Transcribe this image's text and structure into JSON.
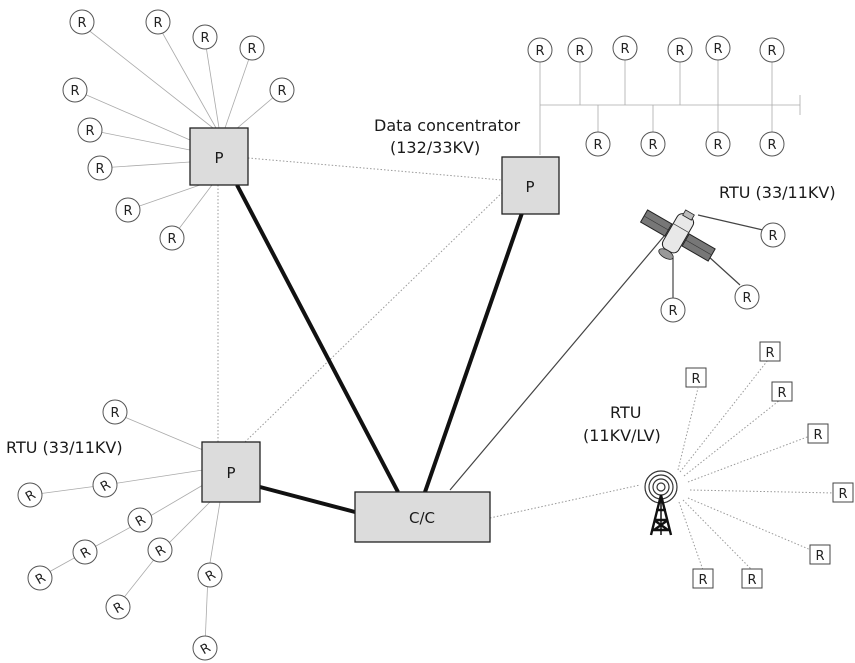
{
  "labels": {
    "data_concentrator_line1": "Data concentrator",
    "data_concentrator_line2": "(132/33KV)",
    "rtu_satellite": "RTU (33/11KV)",
    "rtu_left": "RTU (33/11KV)",
    "rtu_radio_line1": "RTU",
    "rtu_radio_line2": "(11KV/LV)"
  },
  "nodes": {
    "p_top_left": "P",
    "p_data_concentrator": "P",
    "p_bottom_left": "P",
    "control_center": "C/C"
  },
  "rtu_label": "R",
  "icons": {
    "satellite": "satellite-icon",
    "radio_tower": "radio-tower-icon"
  },
  "colors": {
    "box_fill": "#dcdcdc",
    "thick_link": "#111111"
  }
}
